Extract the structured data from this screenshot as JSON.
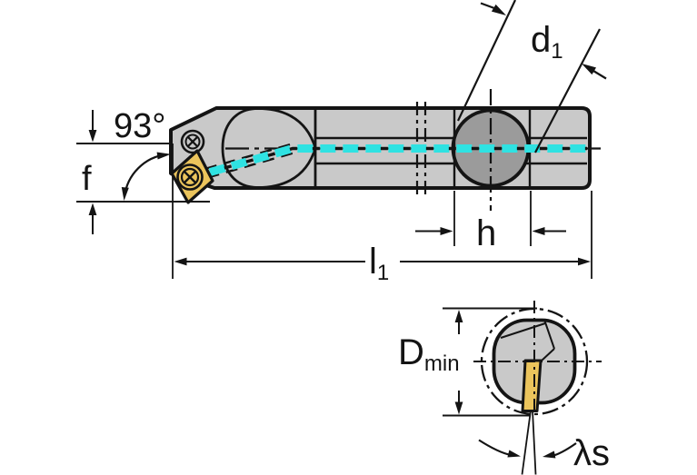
{
  "drawing": {
    "kind": "technical-dimension-drawing",
    "subject": "boring bar with indexable insert, side view and minimum-bore cross-section"
  },
  "labels": {
    "approach_angle": "93°",
    "tip_height": "f",
    "shank_diameter_base": "d",
    "shank_diameter_sub": "1",
    "clamp_flat_width": "h",
    "usable_length_base": "l",
    "usable_length_sub": "1",
    "min_bore_base": "D",
    "min_bore_sub": "min",
    "inclination_angle": "λs"
  },
  "colors": {
    "background": "#FFFFFF",
    "body_gray": "#C9C9C9",
    "clamp_gray": "#9B9B9B",
    "insert_yellow": "#EBC45C",
    "coolant_cyan": "#2FE2E2",
    "line_black": "#141414"
  }
}
